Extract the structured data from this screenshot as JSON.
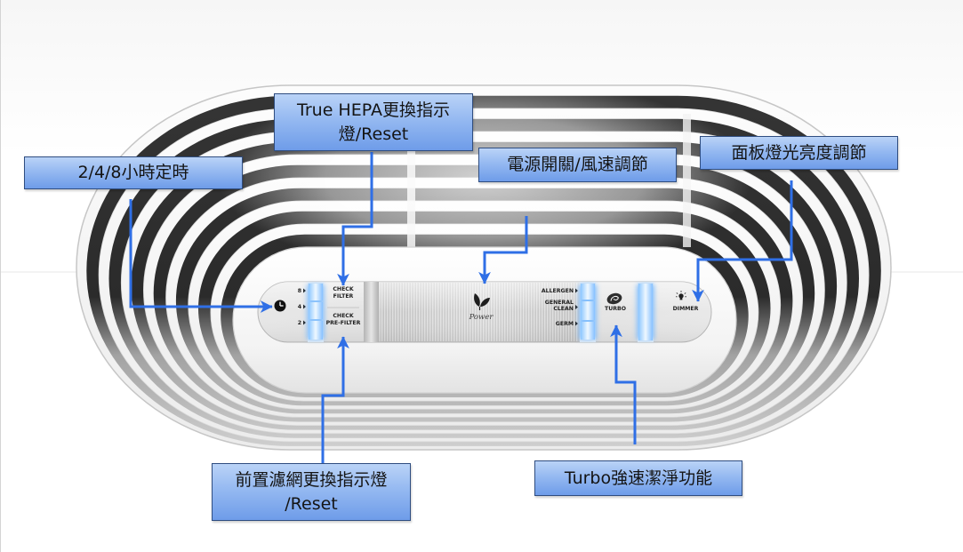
{
  "callouts": {
    "hepa_reset": {
      "lines": [
        "True HEPA更換指示",
        "燈/Reset"
      ]
    },
    "timer": {
      "text": "2/4/8小時定時"
    },
    "power_speed": {
      "text": "電源開關/風速調節"
    },
    "dimmer": {
      "text": "面板燈光亮度調節"
    },
    "prefilter_reset": {
      "lines": [
        "前置濾網更換指示燈",
        "/Reset"
      ]
    },
    "turbo": {
      "text": "Turbo強速潔淨功能"
    }
  },
  "control_panel": {
    "timer_levels": [
      "8",
      "4",
      "2"
    ],
    "check_filter": [
      "CHECK",
      "FILTER"
    ],
    "check_prefilter": [
      "CHECK",
      "PRE-FILTER"
    ],
    "power": "Power",
    "modes": {
      "allergen": "ALLERGEN",
      "general_clean": [
        "GENERAL",
        "CLEAN"
      ],
      "germ": "GERM"
    },
    "turbo": "TURBO",
    "dimmer": "DIMMER"
  },
  "icons": {
    "timer": "clock-icon",
    "power": "leaf-power-icon",
    "turbo": "turbo-swirl-icon",
    "dimmer": "light-bulb-icon"
  },
  "colors": {
    "callout_fill": "#95b9f1",
    "callout_border": "#2f4d80",
    "arrow": "#2f6fe6",
    "led_glow": "#7cc0ff",
    "panel_silver": "#d6d6d6"
  }
}
